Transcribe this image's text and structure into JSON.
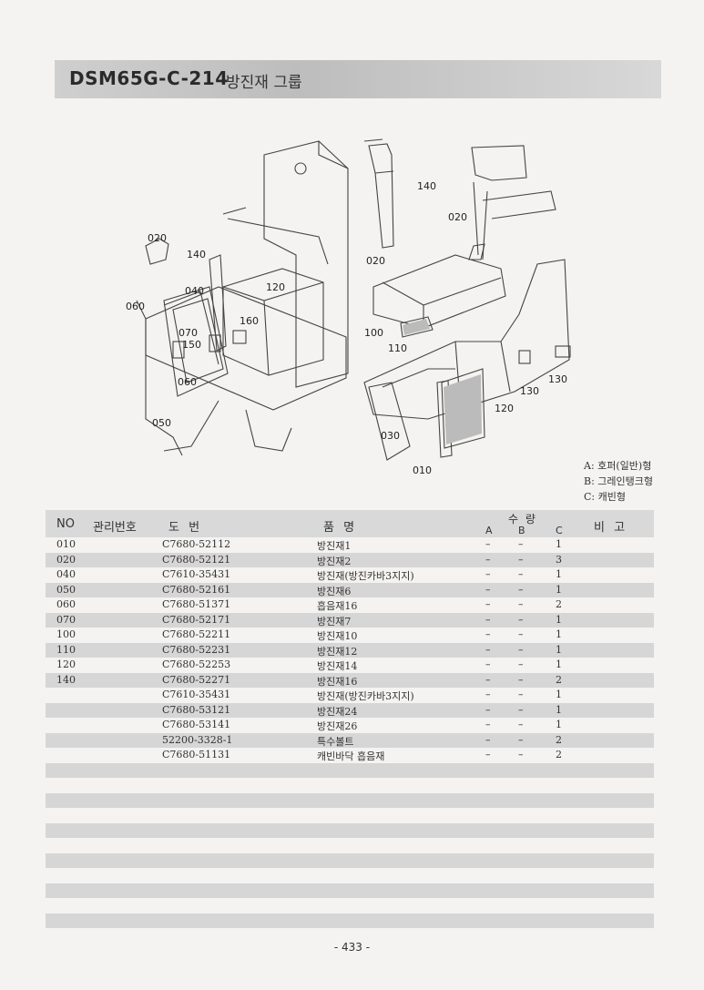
{
  "header": {
    "code": "DSM65G-C-214",
    "name": "방진재 그룹"
  },
  "callouts": [
    "140",
    "020",
    "020",
    "140",
    "120",
    "040",
    "060",
    "070",
    "150",
    "160",
    "060",
    "050",
    "020",
    "100",
    "110",
    "130",
    "130",
    "120",
    "030",
    "010"
  ],
  "legend": [
    "A: 호퍼(일반)형",
    "B: 그레인탱크형",
    "C: 캐빈형"
  ],
  "table": {
    "headers": {
      "no": "NO",
      "mgmt": "관리번호",
      "dwg": "도 번",
      "name": "품 명",
      "qty": "수 량",
      "a": "A",
      "b": "B",
      "c": "C",
      "remark": "비 고"
    },
    "rows": [
      {
        "no": "010",
        "dwg": "C7680-52112",
        "name": "방진재1",
        "a": "–",
        "b": "–",
        "c": "1"
      },
      {
        "no": "020",
        "dwg": "C7680-52121",
        "name": "방진재2",
        "a": "–",
        "b": "–",
        "c": "3"
      },
      {
        "no": "040",
        "dwg": "C7610-35431",
        "name": "방진재(방진카바3지지)",
        "a": "–",
        "b": "–",
        "c": "1"
      },
      {
        "no": "050",
        "dwg": "C7680-52161",
        "name": "방진재6",
        "a": "–",
        "b": "–",
        "c": "1"
      },
      {
        "no": "060",
        "dwg": "C7680-51371",
        "name": "흡음재16",
        "a": "–",
        "b": "–",
        "c": "2"
      },
      {
        "no": "070",
        "dwg": "C7680-52171",
        "name": "방진재7",
        "a": "–",
        "b": "–",
        "c": "1"
      },
      {
        "no": "100",
        "dwg": "C7680-52211",
        "name": "방진재10",
        "a": "–",
        "b": "–",
        "c": "1"
      },
      {
        "no": "110",
        "dwg": "C7680-52231",
        "name": "방진재12",
        "a": "–",
        "b": "–",
        "c": "1"
      },
      {
        "no": "120",
        "dwg": "C7680-52253",
        "name": "방진재14",
        "a": "–",
        "b": "–",
        "c": "1"
      },
      {
        "no": "140",
        "dwg": "C7680-52271",
        "name": "방진재16",
        "a": "–",
        "b": "–",
        "c": "2"
      },
      {
        "no": "",
        "dwg": "C7610-35431",
        "name": "방진재(방진카바3지지)",
        "a": "–",
        "b": "–",
        "c": "1"
      },
      {
        "no": "",
        "dwg": "C7680-53121",
        "name": "방진재24",
        "a": "–",
        "b": "–",
        "c": "1"
      },
      {
        "no": "",
        "dwg": "C7680-53141",
        "name": "방진재26",
        "a": "–",
        "b": "–",
        "c": "1"
      },
      {
        "no": "",
        "dwg": "52200-3328-1",
        "name": "특수볼트",
        "a": "–",
        "b": "–",
        "c": "2"
      },
      {
        "no": "",
        "dwg": "C7680-51131",
        "name": "캐빈바닥 흡음재",
        "a": "–",
        "b": "–",
        "c": "2"
      },
      {
        "no": "",
        "dwg": "",
        "name": "",
        "a": "",
        "b": "",
        "c": ""
      },
      {
        "no": "",
        "dwg": "",
        "name": "",
        "a": "",
        "b": "",
        "c": ""
      },
      {
        "no": "",
        "dwg": "",
        "name": "",
        "a": "",
        "b": "",
        "c": ""
      },
      {
        "no": "",
        "dwg": "",
        "name": "",
        "a": "",
        "b": "",
        "c": ""
      },
      {
        "no": "",
        "dwg": "",
        "name": "",
        "a": "",
        "b": "",
        "c": ""
      },
      {
        "no": "",
        "dwg": "",
        "name": "",
        "a": "",
        "b": "",
        "c": ""
      },
      {
        "no": "",
        "dwg": "",
        "name": "",
        "a": "",
        "b": "",
        "c": ""
      },
      {
        "no": "",
        "dwg": "",
        "name": "",
        "a": "",
        "b": "",
        "c": ""
      },
      {
        "no": "",
        "dwg": "",
        "name": "",
        "a": "",
        "b": "",
        "c": ""
      },
      {
        "no": "",
        "dwg": "",
        "name": "",
        "a": "",
        "b": "",
        "c": ""
      },
      {
        "no": "",
        "dwg": "",
        "name": "",
        "a": "",
        "b": "",
        "c": ""
      },
      {
        "no": "",
        "dwg": "",
        "name": "",
        "a": "",
        "b": "",
        "c": ""
      }
    ]
  },
  "page_number": "- 433 -"
}
